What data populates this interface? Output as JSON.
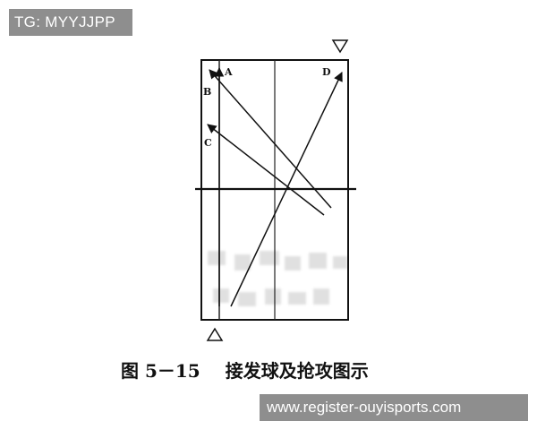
{
  "watermark_top": "TG: MYYJJPP",
  "watermark_bottom": "www.register-ouyisports.com",
  "caption": {
    "figure_number": "图 5－15",
    "title": "接发球及抢攻图示"
  },
  "diagram": {
    "point_labels": {
      "a": "A",
      "b": "B",
      "c": "C",
      "d": "D"
    },
    "markers": {
      "server": "triangle-up",
      "receiver": "triangle-down"
    }
  }
}
